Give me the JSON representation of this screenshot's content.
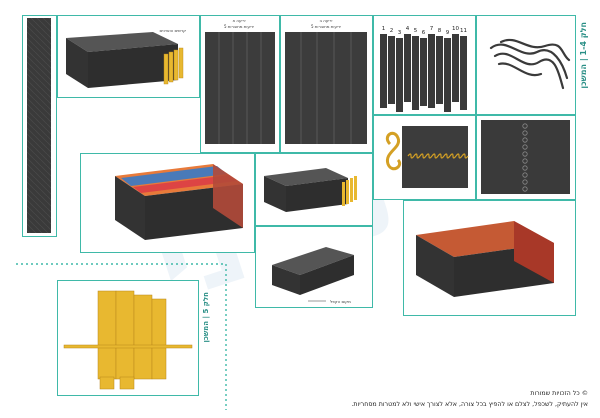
{
  "header": {
    "part_label": "חלק 1-4 | המשכן",
    "part5_label": "חלק 5 | המשכן"
  },
  "labels": {
    "planks_caption": "קרשים והאדנים",
    "fold_caption": "מקום הקפל",
    "sheet_a_title": "יריעה א",
    "sheet_b_title": "יריעה ב",
    "sheet_a_sub": "5 יריעות מחוברות",
    "sheet_b_sub": "5 יריעות מחוברות"
  },
  "curtain_numbers": [
    "1",
    "2",
    "3",
    "4",
    "5",
    "6",
    "7",
    "8",
    "9",
    "10",
    "11"
  ],
  "footer": {
    "copyright": "© כל הזכויות שמורות",
    "notice": "אין להעתיק, לשכפל, לצלם או להפיץ בכל צורה, אלא לצורך אישי ולא למטרות מסחריות."
  },
  "watermark": "תורני",
  "colors": {
    "accent": "#3fb9a8",
    "cloth": "#3a3a3a",
    "gold": "#e8b830",
    "red": "#c04a2a"
  }
}
